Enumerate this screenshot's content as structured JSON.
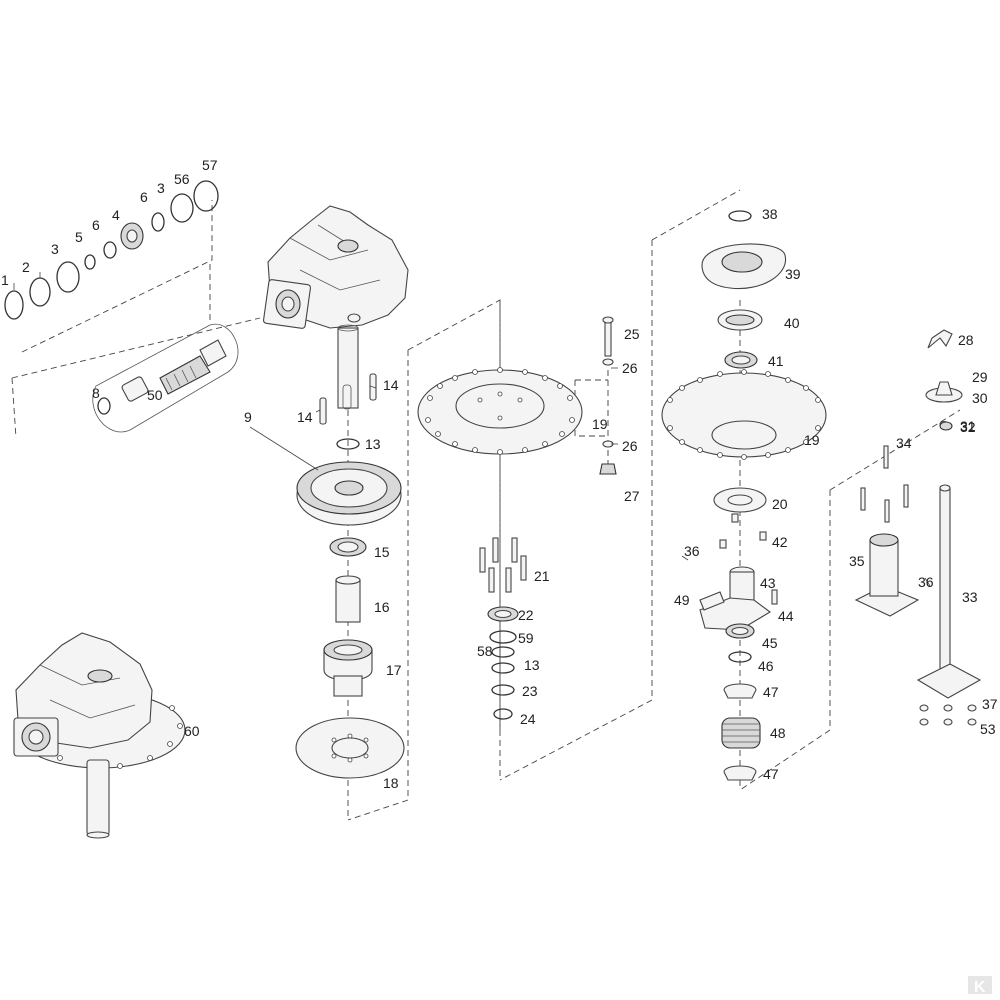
{
  "callouts": [
    "1",
    "2",
    "3",
    "5",
    "6",
    "4",
    "6",
    "3",
    "56",
    "57",
    "8",
    "50",
    "9",
    "14",
    "14",
    "13",
    "15",
    "16",
    "17",
    "18",
    "25",
    "26",
    "19",
    "26",
    "27",
    "21",
    "22",
    "59",
    "58",
    "13",
    "23",
    "24",
    "38",
    "39",
    "40",
    "41",
    "19",
    "20",
    "42",
    "36",
    "43",
    "49",
    "44",
    "45",
    "46",
    "47",
    "48",
    "47",
    "28",
    "29",
    "30",
    "31",
    "32",
    "34",
    "35",
    "36",
    "33",
    "37",
    "53",
    "60"
  ],
  "logo": "K"
}
